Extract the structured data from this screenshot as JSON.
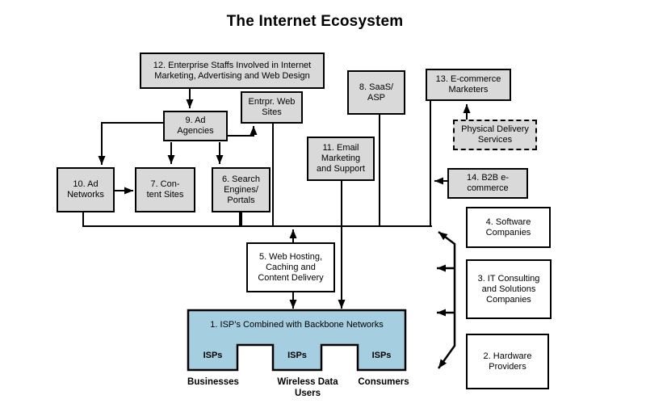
{
  "title": "The Internet Ecosystem",
  "colors": {
    "node_fill": "#d9d9d9",
    "white_fill": "#ffffff",
    "isp_fill": "#a5cfe0",
    "border": "#000000",
    "background": "#ffffff"
  },
  "nodes": {
    "enterprise_staffs": {
      "label": "12. Enterprise Staffs Involved in Internet\nMarketing, Advertising and Web Design"
    },
    "ad_agencies": {
      "label": "9. Ad\nAgencies"
    },
    "enterprise_web_sites": {
      "label": "Entrpr. Web\nSites"
    },
    "saas_asp": {
      "label": "8. SaaS/\nASP"
    },
    "ecommerce_marketers": {
      "label": "13. E-commerce\nMarketers"
    },
    "physical_delivery": {
      "label": "Physical Delivery\nServices"
    },
    "email_marketing": {
      "label": "11. Email\nMarketing\nand Support"
    },
    "b2b_ecommerce": {
      "label": "14. B2B e-\ncommerce"
    },
    "ad_networks": {
      "label": "10. Ad\nNetworks"
    },
    "content_sites": {
      "label": "7. Con-\ntent Sites"
    },
    "search_engines": {
      "label": "6. Search\nEngines/\nPortals"
    },
    "web_hosting": {
      "label": "5. Web Hosting,\nCaching and\nContent Delivery"
    },
    "software_companies": {
      "label": "4. Software\nCompanies"
    },
    "it_consulting": {
      "label": "3. IT Consulting\nand Solutions\nCompanies"
    },
    "hardware_providers": {
      "label": "2. Hardware\nProviders"
    },
    "isp_backbone": {
      "label": "1. ISP’s Combined with Backbone Networks"
    }
  },
  "isp_legs": [
    "ISPs",
    "ISPs",
    "ISPs"
  ],
  "user_groups": [
    "Businesses",
    "Wireless Data\nUsers",
    "Consumers"
  ]
}
